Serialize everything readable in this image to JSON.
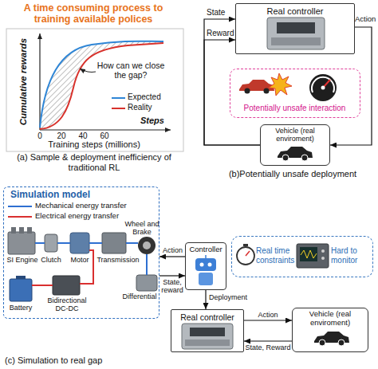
{
  "diagram": {
    "nodes": [
      {
        "text": [
          "Real controller"
        ]
      },
      {
        "text": [
          "Potentially unsafe interaction"
        ]
      },
      {
        "text": [
          "Vehicle (real enviroment)"
        ]
      },
      {
        "text": [
          "Simulation model"
        ]
      },
      {
        "text": [
          "Controller"
        ]
      },
      {
        "text": [
          "Real time constraints",
          "Hard to monitor"
        ]
      },
      {
        "text": [
          "Real controller"
        ]
      },
      {
        "text": [
          "Vehicle (real enviroment)"
        ]
      }
    ],
    "edges": [
      {
        "from": 2,
        "to": 0,
        "label": "State",
        "arrow": "to"
      },
      {
        "from": 2,
        "to": 0,
        "label": "Reward",
        "arrow": "to"
      },
      {
        "from": 0,
        "to": 2,
        "label": "Action",
        "arrow": "to"
      },
      {
        "from": 4,
        "to": 3,
        "label": "Action",
        "arrow": "to"
      },
      {
        "from": 3,
        "to": 4,
        "label": "State, reward",
        "arrow": "to"
      },
      {
        "from": 4,
        "to": 6,
        "label": "Deployment",
        "arrow": "to"
      },
      {
        "from": 6,
        "to": 7,
        "label": "Action",
        "arrow": "to"
      },
      {
        "from": 7,
        "to": 6,
        "label": "State, Reward",
        "arrow": "to"
      }
    ],
    "labels": [
      "A time consuming process to training available polices",
      "Cumulative rewards",
      "How can we close the gap?",
      "Steps",
      "0",
      "20",
      "40",
      "60",
      "Training steps (millions)",
      "(a) Sample & deployment inefficiency of traditional RL",
      "(b)Potentially unsafe deployment",
      "Wheel and Brake",
      "SI Engine",
      "Clutch",
      "Motor",
      "Transmission",
      "Differential",
      "Battery",
      "Bidirectional DC-DC",
      "(c) Simulation to real gap"
    ],
    "legend": [
      {
        "text": "Expected"
      },
      {
        "text": "Reality"
      },
      {
        "text": "Mechanical energy transfer"
      },
      {
        "text": "Electrical energy transfer"
      }
    ]
  }
}
